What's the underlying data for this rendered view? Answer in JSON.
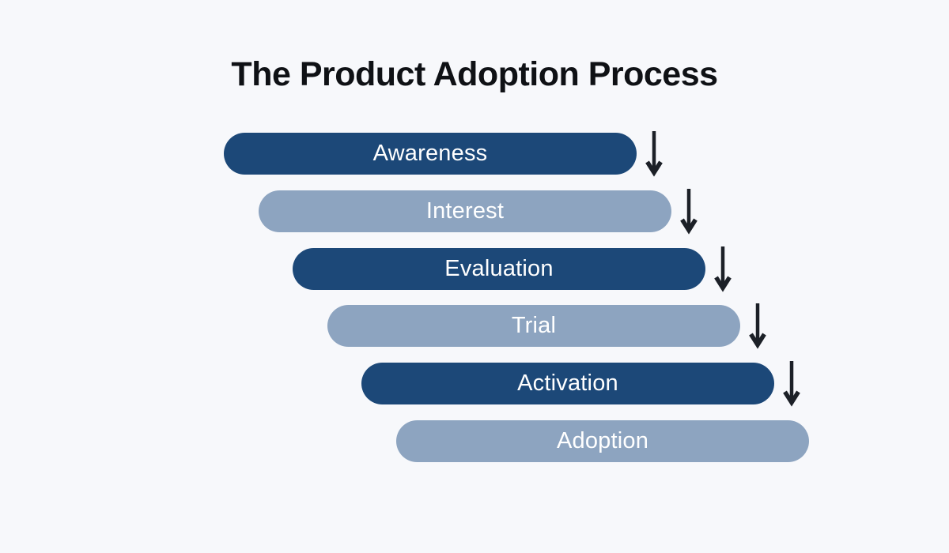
{
  "title": "The Product Adoption Process",
  "colors": {
    "background": "#f7f8fb",
    "dark": "#1c4878",
    "light": "#8da4c0",
    "arrow": "#1c2027",
    "stage_text": "#ffffff",
    "title_text": "#0f1115"
  },
  "diagram": {
    "type": "stepped-process-flow",
    "stages": [
      {
        "label": "Awareness",
        "tone": "dark"
      },
      {
        "label": "Interest",
        "tone": "light"
      },
      {
        "label": "Evaluation",
        "tone": "dark"
      },
      {
        "label": "Trial",
        "tone": "light"
      },
      {
        "label": "Activation",
        "tone": "dark"
      },
      {
        "label": "Adoption",
        "tone": "light"
      }
    ],
    "connector": "down-arrow"
  }
}
